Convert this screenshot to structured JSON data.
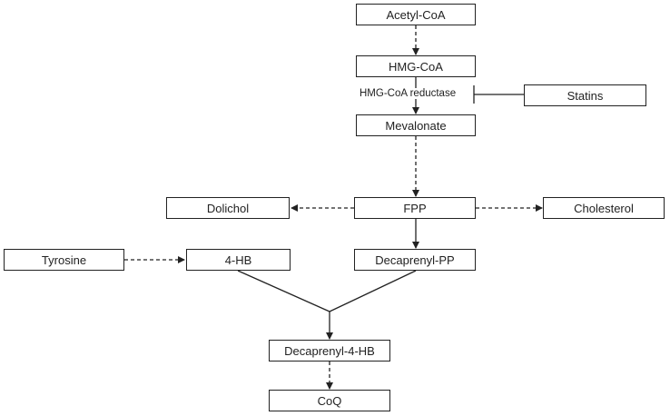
{
  "nodes": {
    "acetyl_coa": "Acetyl-CoA",
    "hmg_coa": "HMG-CoA",
    "mevalonate": "Mevalonate",
    "statins": "Statins",
    "fpp": "FPP",
    "dolichol": "Dolichol",
    "cholesterol": "Cholesterol",
    "tyrosine": "Tyrosine",
    "four_hb": "4-HB",
    "decaprenyl_pp": "Decaprenyl-PP",
    "decaprenyl_4_hb": "Decaprenyl-4-HB",
    "coq": "CoQ"
  },
  "enzyme_label": "HMG-CoA reductase",
  "edges": [
    {
      "from": "acetyl_coa",
      "to": "hmg_coa",
      "style": "dashed"
    },
    {
      "from": "hmg_coa",
      "to": "mevalonate",
      "style": "solid",
      "label": "enzyme_label"
    },
    {
      "from": "statins",
      "to": "hmg_coa_reductase_step",
      "style": "inhibition"
    },
    {
      "from": "mevalonate",
      "to": "fpp",
      "style": "dashed"
    },
    {
      "from": "fpp",
      "to": "dolichol",
      "style": "dashed"
    },
    {
      "from": "fpp",
      "to": "cholesterol",
      "style": "dashed"
    },
    {
      "from": "fpp",
      "to": "decaprenyl_pp",
      "style": "solid"
    },
    {
      "from": "tyrosine",
      "to": "four_hb",
      "style": "dashed"
    },
    {
      "from": [
        "four_hb",
        "decaprenyl_pp"
      ],
      "to": "decaprenyl_4_hb",
      "style": "solid-merge"
    },
    {
      "from": "decaprenyl_4_hb",
      "to": "coq",
      "style": "dashed"
    }
  ]
}
